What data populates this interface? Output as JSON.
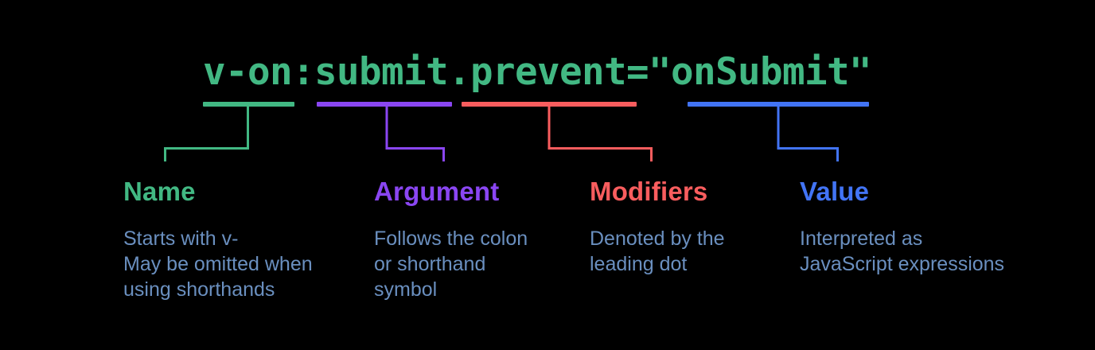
{
  "colors": {
    "background": "#000000",
    "green": "#42b883",
    "purple": "#8a46f2",
    "red": "#f95d5e",
    "blue": "#4274f5",
    "desc": "#6a8fbf"
  },
  "code": {
    "segments": [
      {
        "part": "name",
        "color": "#42b883",
        "text": "v-on"
      },
      {
        "part": "plain",
        "color": "#42b883",
        "text": ":"
      },
      {
        "part": "argument",
        "color": "#42b883",
        "text": "submit"
      },
      {
        "part": "modifiers",
        "color": "#42b883",
        "text": ".prevent"
      },
      {
        "part": "plain",
        "color": "#42b883",
        "text": "=\""
      },
      {
        "part": "value",
        "color": "#42b883",
        "text": "onSubmit"
      },
      {
        "part": "plain",
        "color": "#42b883",
        "text": "\""
      }
    ]
  },
  "parts": [
    {
      "label": "Name",
      "color": "#42b883",
      "description": "Starts with v-\nMay be omitted when\nusing shorthands"
    },
    {
      "label": "Argument",
      "color": "#8a46f2",
      "description": "Follows the colon\nor shorthand\nsymbol"
    },
    {
      "label": "Modifiers",
      "color": "#f95d5e",
      "description": "Denoted by the\nleading dot"
    },
    {
      "label": "Value",
      "color": "#4274f5",
      "description": "Interpreted as\nJavaScript expressions"
    }
  ]
}
